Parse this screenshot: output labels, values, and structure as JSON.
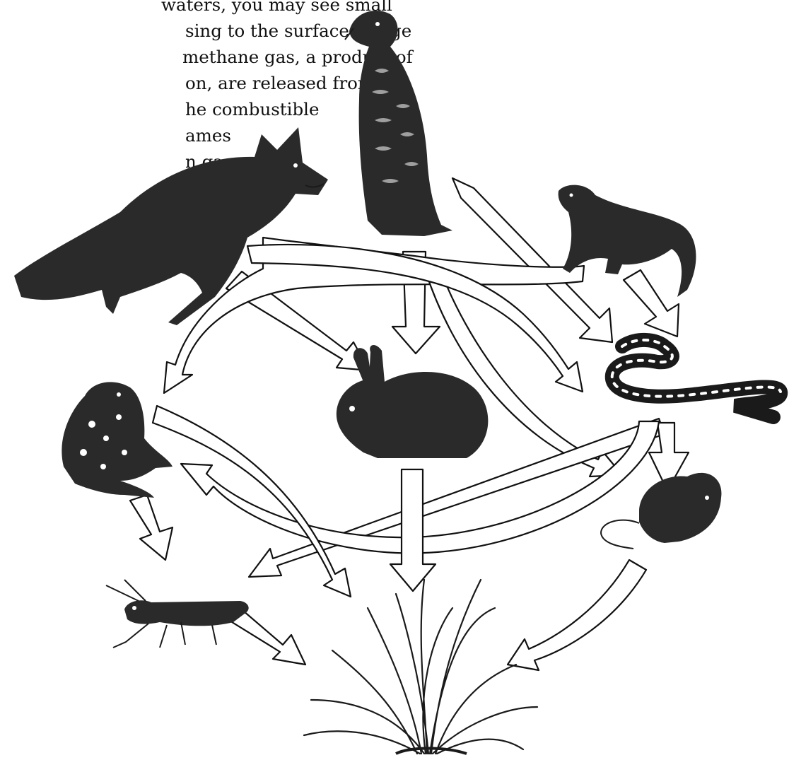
{
  "passage": {
    "lines": [
      "waters, you may see small",
      "sing to the surface.  Large",
      "methane gas, a product of",
      "on, are released from",
      "he combustible",
      "ames",
      "n gas."
    ]
  },
  "organisms": [
    {
      "name": "hawk",
      "icon": "hawk-icon"
    },
    {
      "name": "coyote",
      "icon": "coyote-icon"
    },
    {
      "name": "weasel",
      "icon": "weasel-icon"
    },
    {
      "name": "rabbit",
      "icon": "rabbit-icon"
    },
    {
      "name": "snake",
      "icon": "snake-icon"
    },
    {
      "name": "frog",
      "icon": "frog-icon"
    },
    {
      "name": "mouse",
      "icon": "mouse-icon"
    },
    {
      "name": "grasshopper",
      "icon": "grasshopper-icon"
    },
    {
      "name": "grass",
      "icon": "grass-icon"
    }
  ]
}
